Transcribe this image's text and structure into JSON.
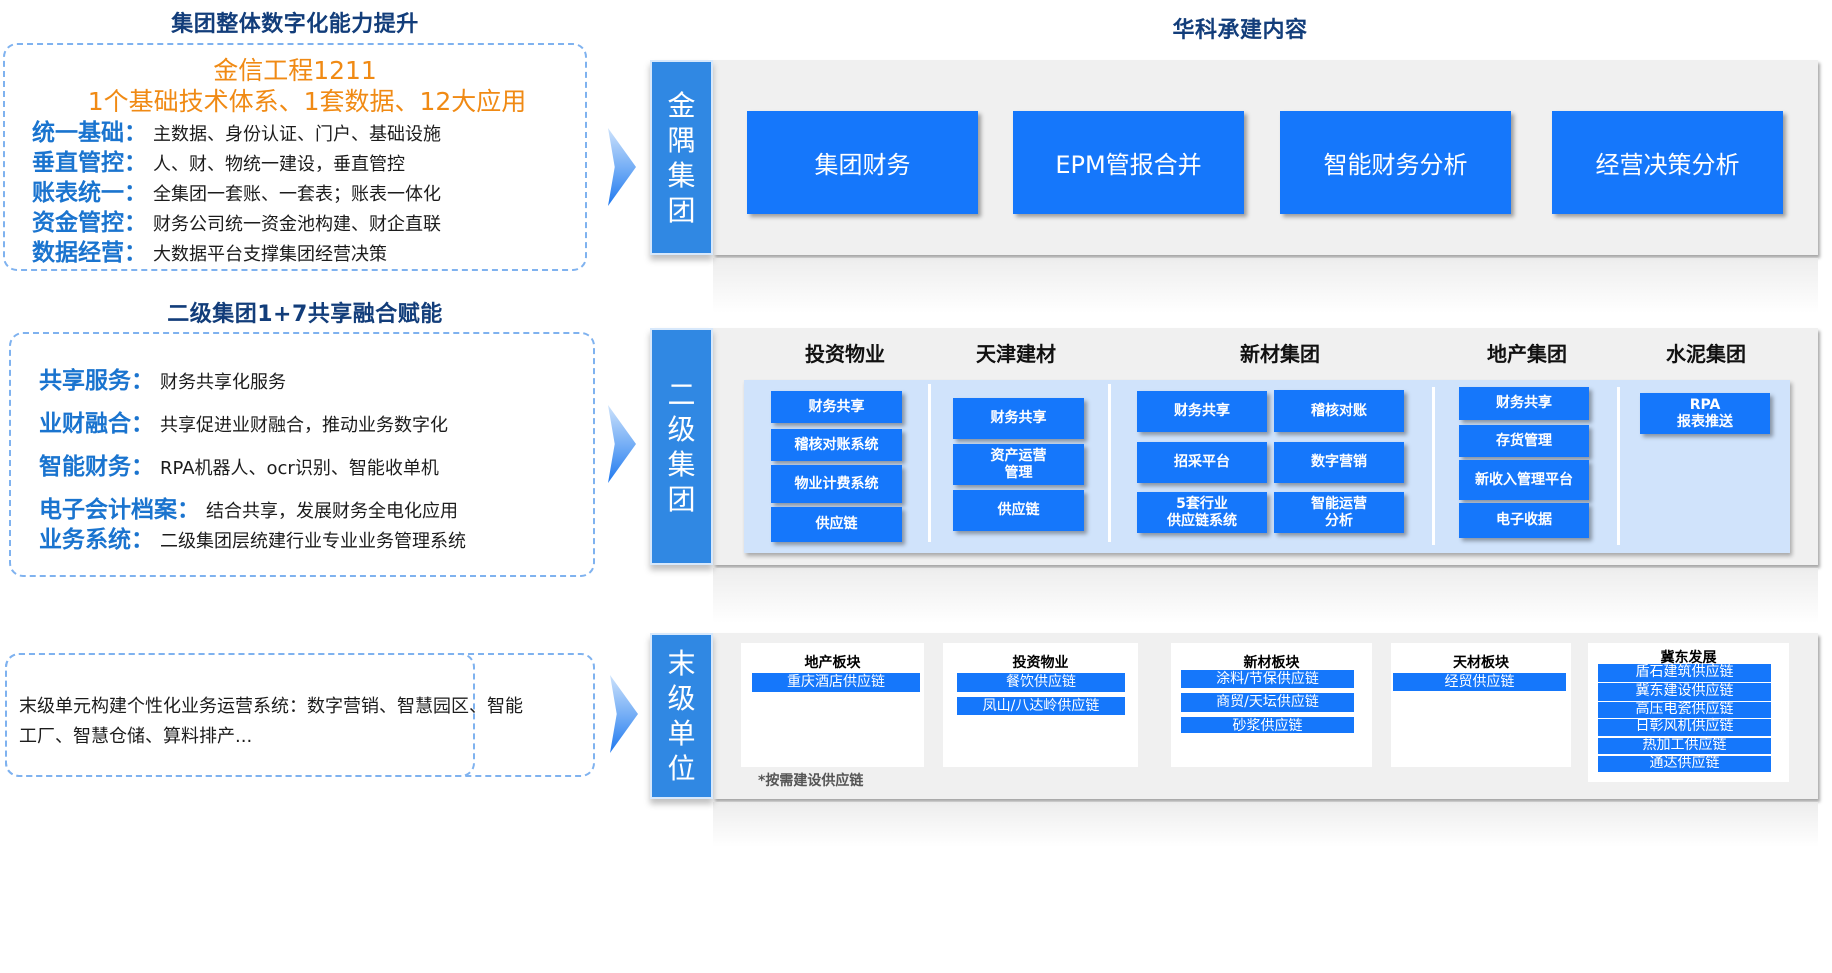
{
  "left": {
    "section1": {
      "title": "集团整体数字化能力提升",
      "orange_line1": "金信工程1211",
      "orange_line2": "1个基础技术体系、1套数据、12大应用",
      "rows": [
        {
          "key": "统一基础：",
          "value": "主数据、身份认证、门户、基础设施"
        },
        {
          "key": "垂直管控：",
          "value": "人、财、物统一建设，垂直管控"
        },
        {
          "key": "账表统一：",
          "value": "全集团一套账、一套表；账表一体化"
        },
        {
          "key": "资金管控：",
          "value": "财务公司统一资金池构建、财企直联"
        },
        {
          "key": "数据经营：",
          "value": "大数据平台支撑集团经营决策"
        }
      ]
    },
    "section2": {
      "title": "二级集团1+7共享融合赋能",
      "rows": [
        {
          "key": "共享服务：",
          "value": "财务共享化服务"
        },
        {
          "key": "业财融合：",
          "value": "共享促进业财融合，推动业务数字化"
        },
        {
          "key": "智能财务：",
          "value": "RPA机器人、ocr识别、智能收单机"
        },
        {
          "key": "电子会计档案：",
          "value": "结合共享，发展财务全电化应用"
        },
        {
          "key": "业务系统：",
          "value": "二级集团层统建行业专业业务管理系统"
        }
      ]
    },
    "section3": {
      "line1": "末级单元构建个性化业务运营系统：数字营销、智慧园区、智能",
      "line2": "工厂、智慧仓储、算料排产..."
    }
  },
  "right": {
    "title": "华科承建内容",
    "tier1": {
      "label": [
        "金",
        "隅",
        "集",
        "团"
      ],
      "items": [
        "集团财务",
        "EPM管报合并",
        "智能财务分析",
        "经营决策分析"
      ]
    },
    "tier2": {
      "label": [
        "二",
        "级",
        "集",
        "团"
      ],
      "groups": [
        {
          "name": "投资物业",
          "items": [
            "财务共享",
            "稽核对账系统",
            "物业计费系统",
            "供应链"
          ]
        },
        {
          "name": "天津建材",
          "items": [
            "财务共享",
            "资产运营\n管理",
            "供应链"
          ]
        },
        {
          "name": "新材集团",
          "items": [
            "财务共享",
            "稽核对账",
            "招采平台",
            "数字营销",
            "5套行业\n供应链系统",
            "智能运营\n分析"
          ]
        },
        {
          "name": "地产集团",
          "items": [
            "财务共享",
            "存货管理",
            "新收入管理平台",
            "电子收据"
          ]
        },
        {
          "name": "水泥集团",
          "items": [
            "RPA\n报表推送"
          ]
        }
      ]
    },
    "tier3": {
      "label": [
        "末",
        "级",
        "单",
        "位"
      ],
      "units": [
        {
          "name": "地产板块",
          "items": [
            "重庆酒店供应链"
          ]
        },
        {
          "name": "投资物业",
          "items": [
            "餐饮供应链",
            "凤山/八达岭供应链"
          ]
        },
        {
          "name": "新材板块",
          "items": [
            "涂料/节保供应链",
            "商贸/天坛供应链",
            "砂浆供应链"
          ]
        },
        {
          "name": "天材板块",
          "items": [
            "经贸供应链"
          ]
        },
        {
          "name": "冀东发展",
          "items": [
            "盾石建筑供应链",
            "冀东建设供应链",
            "高压电瓷供应链",
            "日彰风机供应链",
            "热加工供应链",
            "通达供应链"
          ]
        }
      ],
      "footnote": "*按需建设供应链"
    }
  },
  "colors": {
    "primary_blue": "#1577fb",
    "tier_label_blue": "#3088e3",
    "title_navy": "#123d7a",
    "key_blue": "#1a74cf",
    "orange": "#f08a14",
    "light_panel": "#d0e3fb"
  }
}
